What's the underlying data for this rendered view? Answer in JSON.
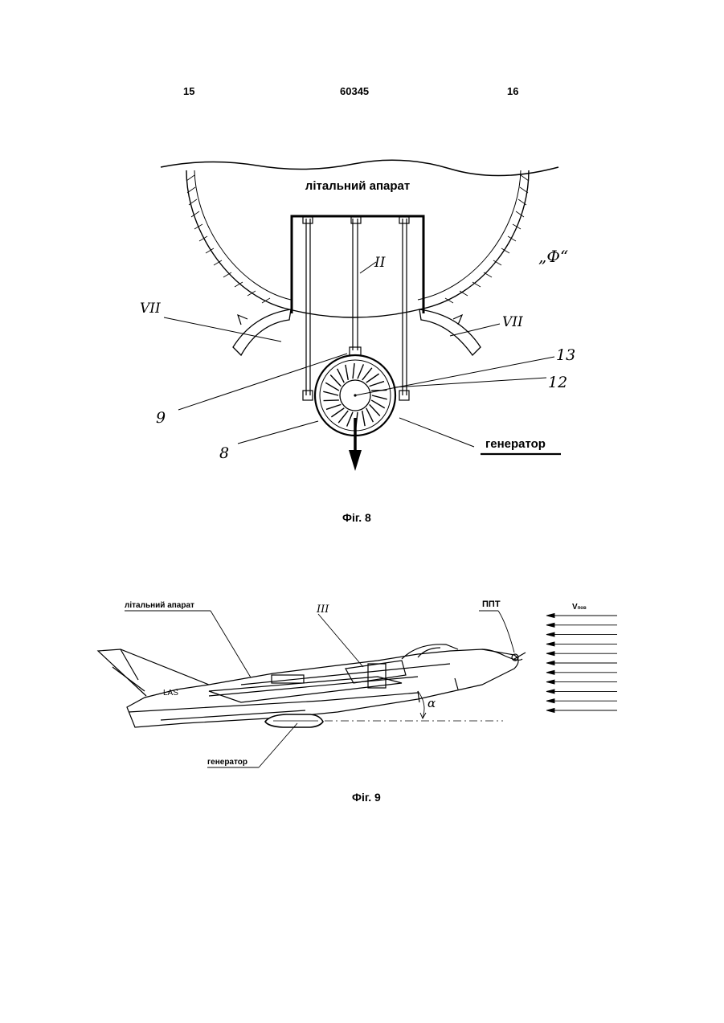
{
  "header": {
    "left_page": "15",
    "patent_number": "60345",
    "right_page": "16"
  },
  "fig8": {
    "caption": "Фіг. 8",
    "aircraft_label": "літальний апарат",
    "generator_label": "генератор",
    "phi_label": "„Ф“",
    "roman_left": "VII",
    "roman_right": "VII",
    "roman_center": "II",
    "num_13": "13",
    "num_12": "12",
    "num_9": "9",
    "num_8": "8"
  },
  "fig9": {
    "caption": "Фіг. 9",
    "aircraft_label": "літальний апарат",
    "generator_label": "генератор",
    "ppt_label": "ППТ",
    "v_label": "V",
    "v_sub": "пов",
    "roman_label": "III",
    "alpha_label": "α",
    "tail_marking": "LAS"
  }
}
